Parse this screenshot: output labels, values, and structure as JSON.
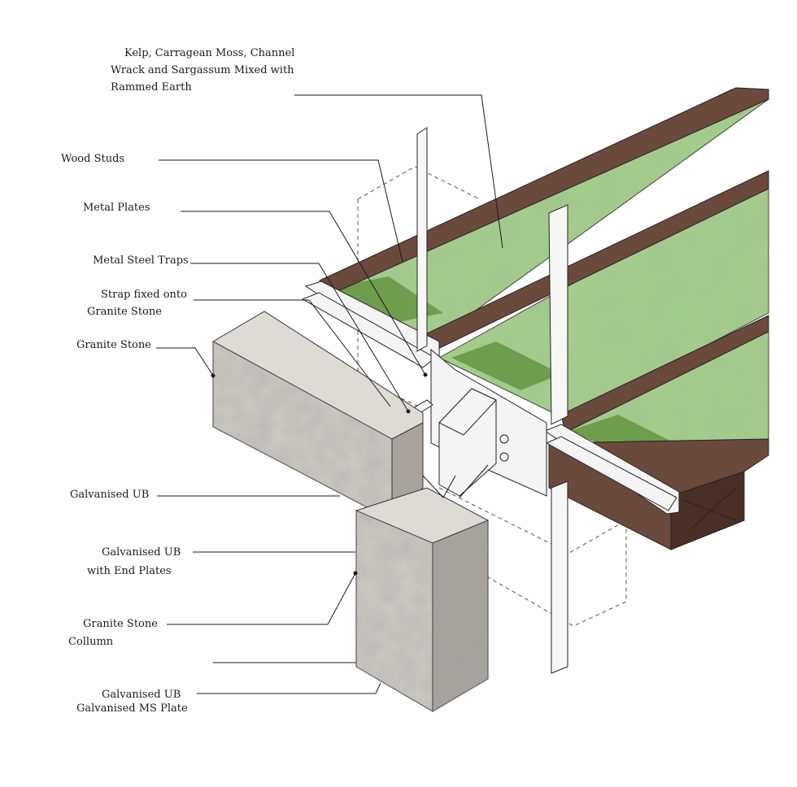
{
  "labels": {
    "kelp_line1": "Kelp, Carragean Moss, Channel",
    "kelp_line2": "Wrack and Sargassum Mixed with",
    "kelp_line3": "Rammed Earth",
    "wood_studs": "Wood Studs",
    "metal_plates": "Metal Plates",
    "metal_steel_traps": "Metal Steel Traps",
    "strap_line1": "Strap fixed onto",
    "strap_line2": "Granite Stone",
    "granite_stone": "Granite Stone",
    "galvanised_ub": "Galvanised UB",
    "galvanised_ub_end_line1": "Galvanised UB",
    "galvanised_ub_end_line2": "with End Plates",
    "granite_column_line1": "Granite Stone",
    "granite_column_line2": "Collumn",
    "galvanised_ub_plate_line1": "Galvanised UB",
    "galvanised_ub_plate_line2": "Galvanised MS Plate"
  },
  "colors": {
    "planting": "#a4cf8a",
    "planting_dark": "#6f9d4e",
    "timber": "#6b4a3e",
    "timber_dark": "#4a2f27",
    "granite": "#cfcbc6",
    "granite_dark": "#a8a39e",
    "steel": "#f4f4f4",
    "line": "#1a1a1a"
  }
}
